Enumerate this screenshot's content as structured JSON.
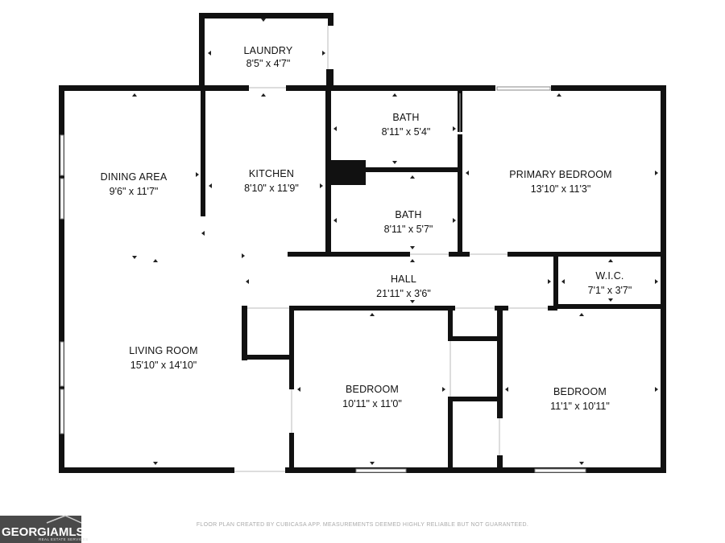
{
  "rooms": {
    "laundry": {
      "name": "LAUNDRY",
      "dim": "8'5\" x 4'7\""
    },
    "bath1": {
      "name": "BATH",
      "dim": "8'11\" x 5'4\""
    },
    "dining": {
      "name": "DINING AREA",
      "dim": "9'6\" x 11'7\""
    },
    "kitchen": {
      "name": "KITCHEN",
      "dim": "8'10\" x 11'9\""
    },
    "primary": {
      "name": "PRIMARY BEDROOM",
      "dim": "13'10\" x 11'3\""
    },
    "bath2": {
      "name": "BATH",
      "dim": "8'11\" x 5'7\""
    },
    "hall": {
      "name": "HALL",
      "dim": "21'11\" x 3'6\""
    },
    "wic": {
      "name": "W.I.C.",
      "dim": "7'1\" x 3'7\""
    },
    "living": {
      "name": "LIVING ROOM",
      "dim": "15'10\" x 14'10\""
    },
    "bedroom1": {
      "name": "BEDROOM",
      "dim": "10'11\" x 11'0\""
    },
    "bedroom2": {
      "name": "BEDROOM",
      "dim": "11'1\" x 10'11\""
    }
  },
  "footer": {
    "disclaimer": "FLOOR PLAN CREATED BY CUBICASA APP. MEASUREMENTS DEEMED HIGHLY RELIABLE BUT NOT GUARANTEED."
  },
  "logo": {
    "name": "GEORGIAMLS",
    "tagline": "REAL ESTATE SERVICES",
    "bg_color": "#4a4a4a"
  }
}
